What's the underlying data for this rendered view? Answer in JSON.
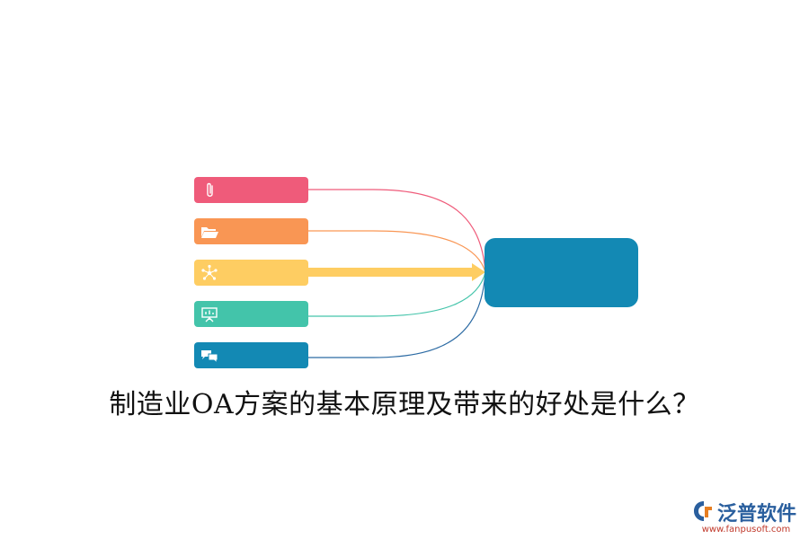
{
  "title": "制造业OA方案的基本原理及带来的好处是什么？",
  "nodes": [
    {
      "icon": "paperclip-icon",
      "color": "#ef5b7a"
    },
    {
      "icon": "folder-open-icon",
      "color": "#f99654"
    },
    {
      "icon": "network-icon",
      "color": "#fecd62"
    },
    {
      "icon": "presentation-board-icon",
      "color": "#43c4aa"
    },
    {
      "icon": "chat-bubbles-icon",
      "color": "#1389b4"
    }
  ],
  "center": {
    "color": "#1389b4"
  },
  "brand": {
    "name": "泛普软件",
    "url": "www.fanpusoft.com",
    "color": "#2a5f9e",
    "url_color": "#c0392b"
  }
}
